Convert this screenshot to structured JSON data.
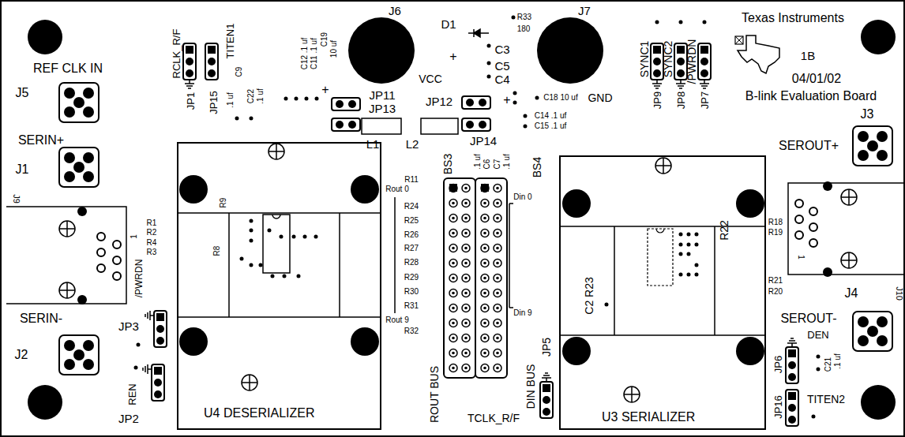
{
  "diagram": {
    "nodes": [
      {
        "text": [
          "U4 DESERIALIZER"
        ]
      },
      {
        "text": [
          "U3 SERIALIZER"
        ]
      }
    ],
    "labels": [
      "REF CLK IN",
      "J5",
      "SERIN+",
      "J1",
      "J9",
      "RCLK_R/F",
      "TITEN1",
      "JP1",
      "JP15",
      ".1 uf",
      "C9",
      "C22",
      ".1 uf",
      "C12 .1 uf",
      "C11 .1 uf",
      "C19",
      "10 uf",
      "J6",
      "D1",
      "+",
      "VCC",
      "R33",
      "180",
      "C3",
      "C5",
      "C4",
      "J7",
      "SYNC1",
      "SYNC2",
      "/PWRDN",
      "Texas Instruments",
      "1B",
      "04/01/02",
      "B-link Evaluation Board",
      "+",
      "JP11",
      "JP13",
      "JP12",
      "+",
      "C18 10 uf",
      "GND",
      "JP9",
      "JP8",
      "JP7",
      "C14 .1 uf",
      "C15 .1 uf",
      "J3",
      "L1",
      "L2",
      "JP14",
      "SEROUT+",
      "BS3",
      ".1 uf",
      "C6",
      "C7",
      ".1 uf",
      "BS4",
      "R11",
      "Rout 0",
      "R24",
      "R25",
      "R26",
      "R27",
      "R28",
      "R29",
      "R30",
      "R31",
      "Rout 9",
      "R32",
      "Din 0",
      "Din 9",
      "R9",
      "R8",
      "R1",
      "R2",
      "R4",
      "R3",
      "1",
      "/PWRDN",
      "R18",
      "R19",
      "1",
      "R21",
      "R20",
      "J10",
      "J4",
      "R22",
      "C2 R23",
      "SERIN-",
      "JP3",
      "SEROUT-",
      "DEN",
      "JP6",
      "C21",
      ".1 uf",
      "J2",
      "REN",
      "JP2",
      "ROUT BUS",
      "DIN BUS",
      "JP5",
      "TCLK_R/F",
      "TITEN2",
      "JP16"
    ]
  }
}
